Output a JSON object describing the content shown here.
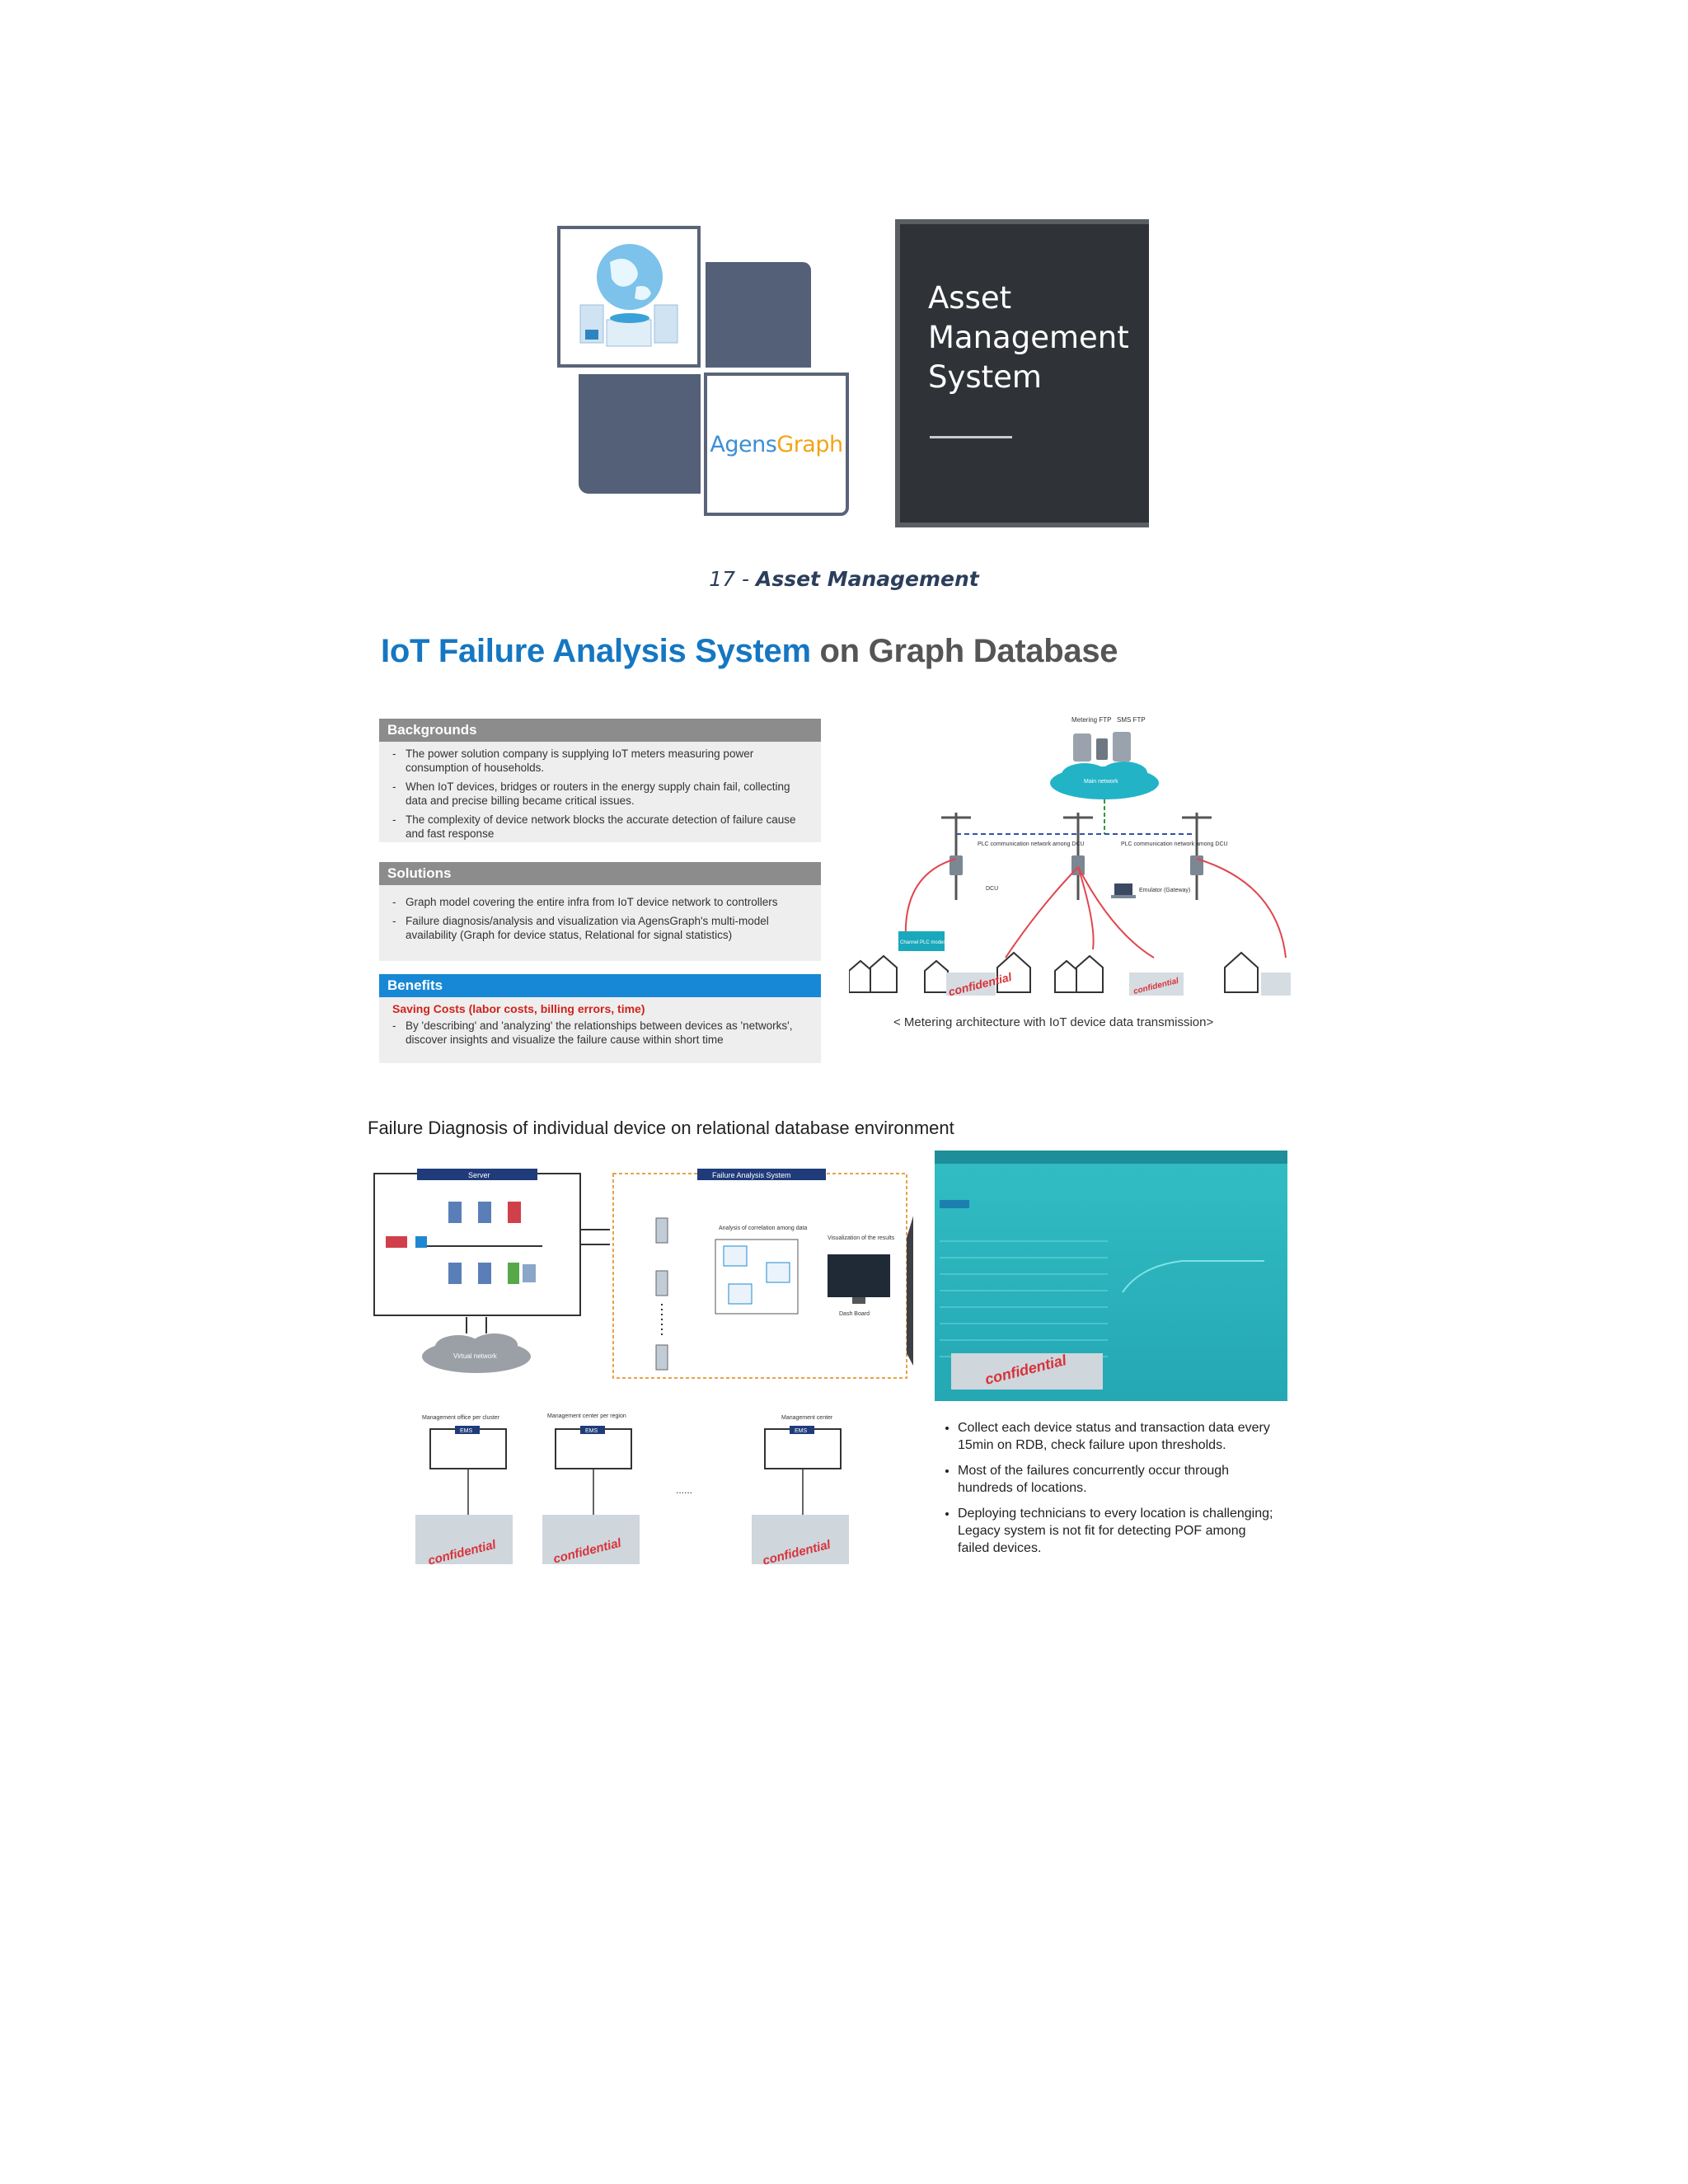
{
  "cover": {
    "title_lines": [
      "Asset",
      "Management",
      "System"
    ],
    "logo": {
      "part1": "Agens",
      "part2": "Graph"
    },
    "colors": {
      "tile": "#536078",
      "card": "#2f3236",
      "logo_blue": "#3a8fd6",
      "logo_orange": "#f2a516"
    }
  },
  "caption": {
    "number": "17 - ",
    "label": "Asset Management"
  },
  "slide1": {
    "title_blue": "IoT Failure Analysis System",
    "title_rest": " on Graph Database",
    "backgrounds": {
      "header": "Backgrounds",
      "items": [
        "The power solution company is supplying IoT meters measuring power consumption of households.",
        "When IoT devices, bridges or routers in the energy supply chain fail, collecting data and precise billing became critical issues.",
        "The complexity of device network blocks the accurate detection of failure cause and fast response"
      ]
    },
    "solutions": {
      "header": "Solutions",
      "items": [
        "Graph model covering the entire infra from IoT device network to controllers",
        "Failure diagnosis/analysis and visualization via AgensGraph's multi-model availability (Graph for device status, Relational for signal statistics)"
      ]
    },
    "benefits": {
      "header": "Benefits",
      "highlight": "Saving Costs (labor costs, billing errors, time)",
      "items": [
        "By 'describing' and 'analyzing' the relationships between devices as 'networks', discover insights and visualize the failure cause within short time"
      ]
    },
    "diagram": {
      "labels": {
        "metering_ftp": "Metering FTP",
        "sms_ftp": "SMS FTP",
        "main_network": "Main network",
        "plc_left": "PLC communication network among DCU",
        "plc_right": "PLC communication network among DCU",
        "dcu": "DCU",
        "emulator": "Emulator (Gateway)",
        "channel_plc": "Channel PLC modem",
        "confidential": "confidential"
      }
    },
    "diagram_caption": "< Metering architecture with IoT device data transmission>"
  },
  "slide2": {
    "title": "Failure Diagnosis of individual device on relational database environment",
    "diagram": {
      "server_label": "Server",
      "fas_label": "Failure Analysis System",
      "virtual_network": "Virtual network",
      "fas_steps": [
        "Analysis of correlation among data",
        "Visualization of the results",
        "Dash Board"
      ],
      "offices": [
        "Management office per cluster",
        "Management center per region",
        "Management center"
      ],
      "ems": "EMS",
      "dots": "......",
      "confidential": "confidential"
    },
    "bullets": [
      "Collect each device status and transaction data every 15min on RDB, check failure upon thresholds.",
      "Most of the failures concurrently occur through hundreds of locations.",
      "Deploying technicians to every location is challenging; Legacy system is not fit for detecting POF among failed devices."
    ]
  }
}
